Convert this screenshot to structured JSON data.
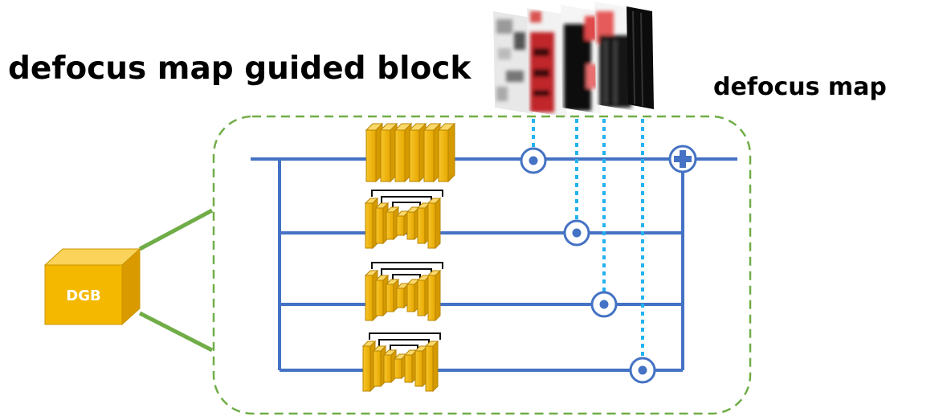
{
  "diagram": {
    "title": "defocus map guided block",
    "defocus_map_label": "defocus map",
    "block_label": "DGB",
    "operators": {
      "multiply": "element-wise multiplication",
      "add": "element-wise addition"
    },
    "branch_count": 4,
    "colors": {
      "line_blue": "#4472c4",
      "dashed_border_green": "#70ad47",
      "connector_green": "#70ad47",
      "dotted_cyan": "#22b2f0",
      "cube_orange": "#f5b800",
      "layer_yellow": "#f5bf1a",
      "layer_edge": "#b88400",
      "map_red": "#c0282c"
    }
  }
}
